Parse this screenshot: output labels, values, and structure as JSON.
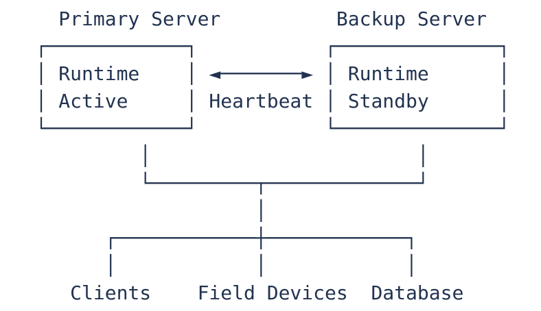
{
  "colors": {
    "ink": "#223350",
    "background": "#ffffff"
  },
  "diagram": {
    "nodes": {
      "primary_server": {
        "title": "Primary Server",
        "rows": [
          "Runtime",
          "Active"
        ]
      },
      "backup_server": {
        "title": "Backup Server",
        "rows": [
          "Runtime",
          "Standby"
        ]
      },
      "link_label": "Heartbeat",
      "downstream": [
        "Clients",
        "Field Devices",
        "Database"
      ]
    },
    "lines": [
      "     Primary Server          Backup Server",
      "   ┌────────────┐           ┌──────────────┐",
      "   │ Runtime    │ ◄───────► │ Runtime      │",
      "   │ Active     │ Heartbeat │ Standby      │",
      "   └────────────┘           └──────────────┘",
      "            │                       │",
      "            └─────────┬─────────────┘",
      "                      │",
      "         ┌────────────┼────────────┐",
      "         │            │            │",
      "      Clients    Field Devices  Database"
    ]
  }
}
